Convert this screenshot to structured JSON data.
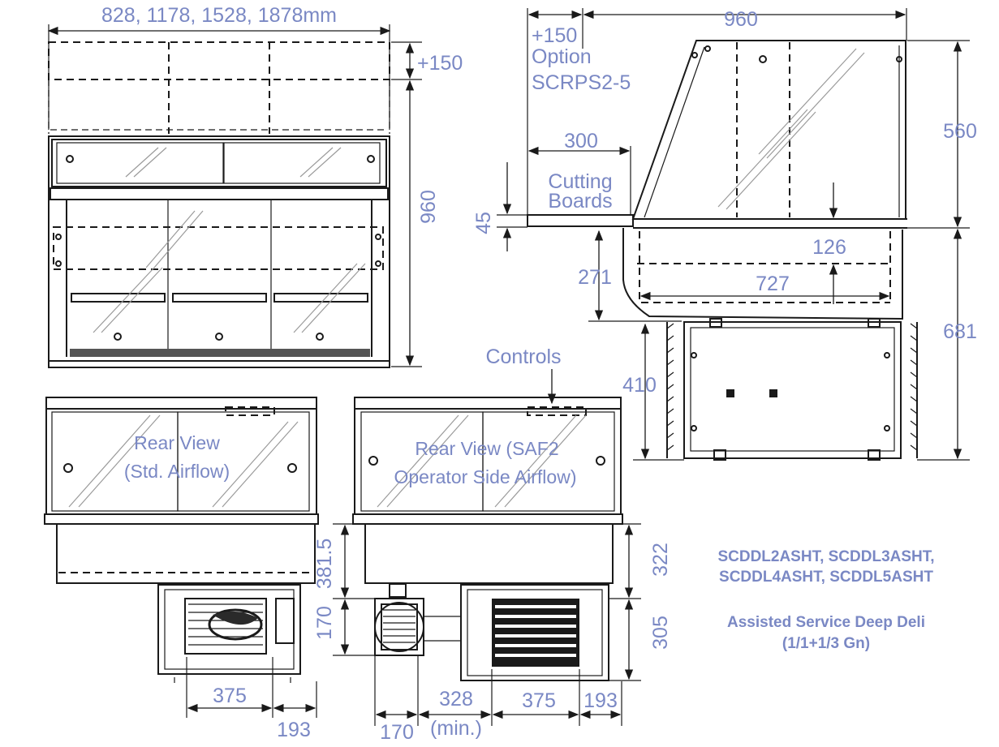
{
  "dimensions": {
    "front_width": "828, 1178, 1528, 1878mm",
    "front_plus150": "+150",
    "front_height": "960",
    "side_plus150": "+150",
    "side_option": "Option",
    "side_option_code": "SCRPS2-5",
    "side_depth": "960",
    "cutting_board_depth": "300",
    "cutting_boards_line1": "Cutting",
    "cutting_boards_line2": "Boards",
    "side_45": "45",
    "side_560": "560",
    "side_126": "126",
    "side_271": "271",
    "side_727": "727",
    "side_681": "681",
    "side_410": "410",
    "controls": "Controls",
    "rear_std_line1": "Rear View",
    "rear_std_line2": "(Std. Airflow)",
    "rear_saf2_line1": "Rear View (SAF2",
    "rear_saf2_line2": "Operator Side Airflow)",
    "rear_3815": "381.5",
    "rear_170v": "170",
    "rear_322": "322",
    "rear_305": "305",
    "rear_std_375": "375",
    "rear_std_193": "193",
    "rear_saf2_328": "328",
    "rear_saf2_375": "375",
    "rear_saf2_193": "193",
    "rear_saf2_170": "170",
    "rear_saf2_min": "(min.)"
  },
  "caption": {
    "models_line1": "SCDDL2ASHT, SCDDL3ASHT,",
    "models_line2": "SCDDL4ASHT, SCDDL5ASHT",
    "title_line1": "Assisted Service Deep Deli",
    "title_line2": "(1/1+1/3 Gn)"
  }
}
